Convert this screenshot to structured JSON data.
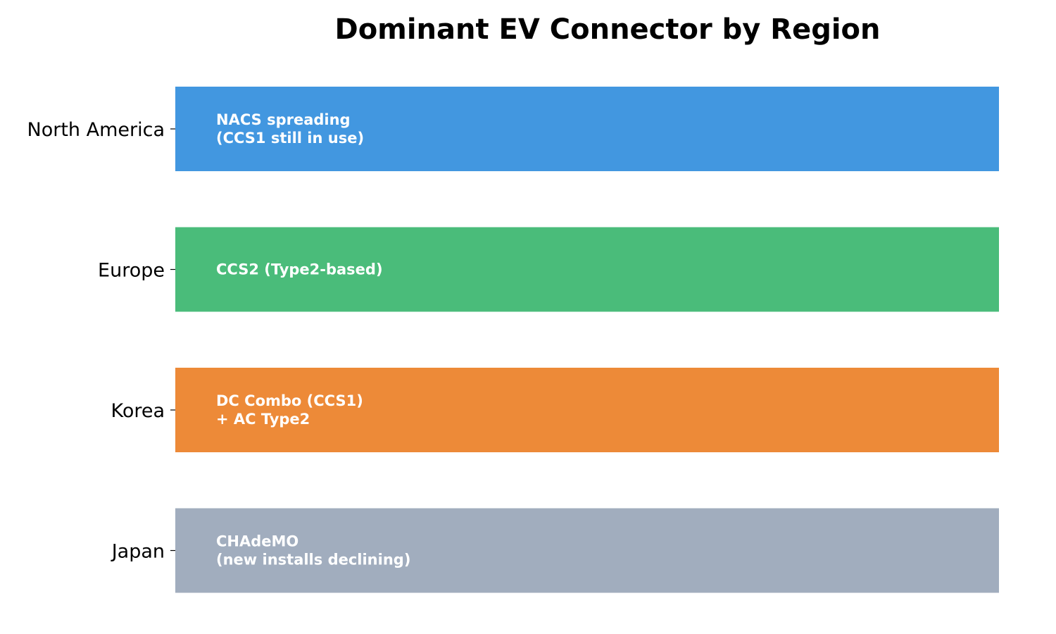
{
  "chart_data": {
    "type": "bar",
    "orientation": "horizontal",
    "title": "Dominant EV Connector by Region",
    "xlabel": "",
    "ylabel": "",
    "grid": false,
    "legend": "none",
    "axes_visible": false,
    "categories": [
      "North America",
      "Europe",
      "Korea",
      "Japan"
    ],
    "values": [
      1,
      1,
      1,
      1
    ],
    "xlim": [
      0,
      1
    ],
    "colors": [
      "#4297e0",
      "#4abc7a",
      "#ed8a38",
      "#a1adbe"
    ],
    "bar_labels": [
      [
        "NACS spreading",
        "(CCS1 still in use)"
      ],
      [
        "CCS2 (Type2-based)"
      ],
      [
        "DC Combo (CCS1)",
        "+ AC Type2"
      ],
      [
        "CHAdeMO",
        "(new installs declining)"
      ]
    ]
  }
}
